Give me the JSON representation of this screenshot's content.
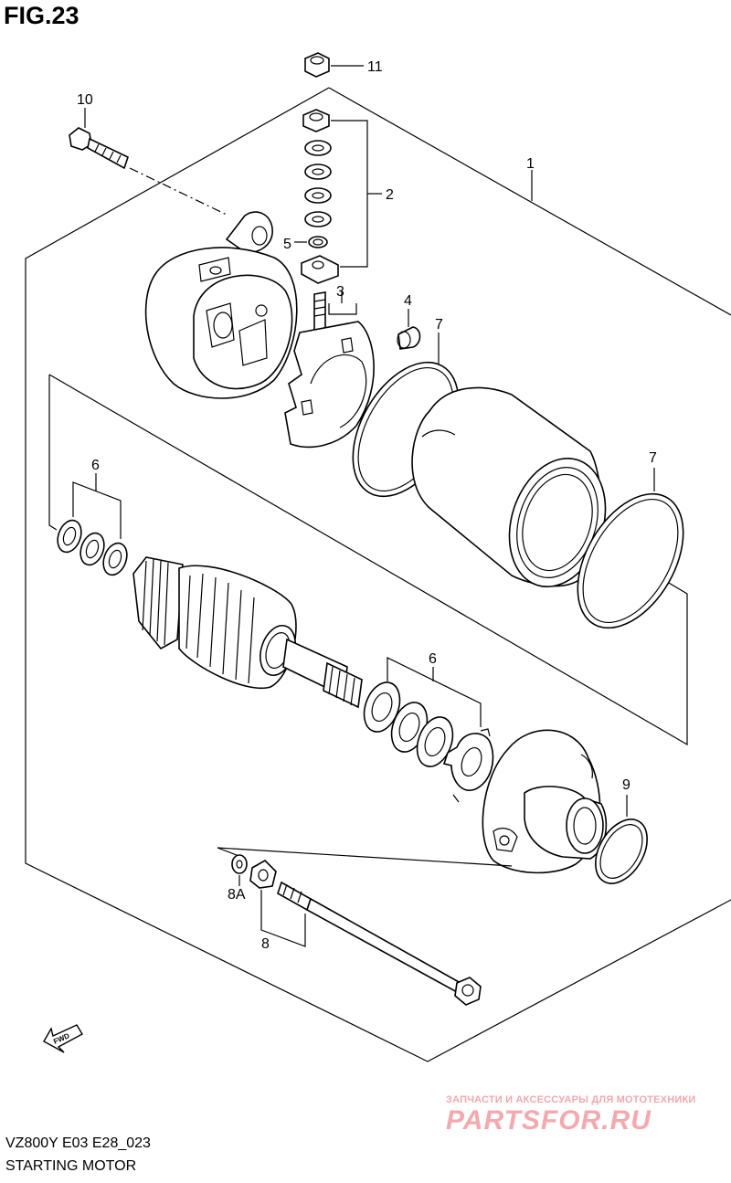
{
  "figure": {
    "title": "FIG.23"
  },
  "footer": {
    "model_code": "VZ800Y E03 E28_023",
    "section_title": "STARTING MOTOR"
  },
  "watermark": {
    "tagline": "ЗАПЧАСТИ И АКСЕССУАРЫ ДЛЯ МОТОТЕХНИКИ",
    "brand": "PARTSFOR.RU",
    "color": "#f3a9ae"
  },
  "fwd_marker": {
    "text": "FWD"
  },
  "callouts": {
    "c1": "1",
    "c2": "2",
    "c3": "3",
    "c4": "4",
    "c5": "5",
    "c6a": "6",
    "c6b": "6",
    "c7a": "7",
    "c7b": "7",
    "c8": "8",
    "c8A": "8A",
    "c9": "9",
    "c10": "10",
    "c11": "11"
  }
}
